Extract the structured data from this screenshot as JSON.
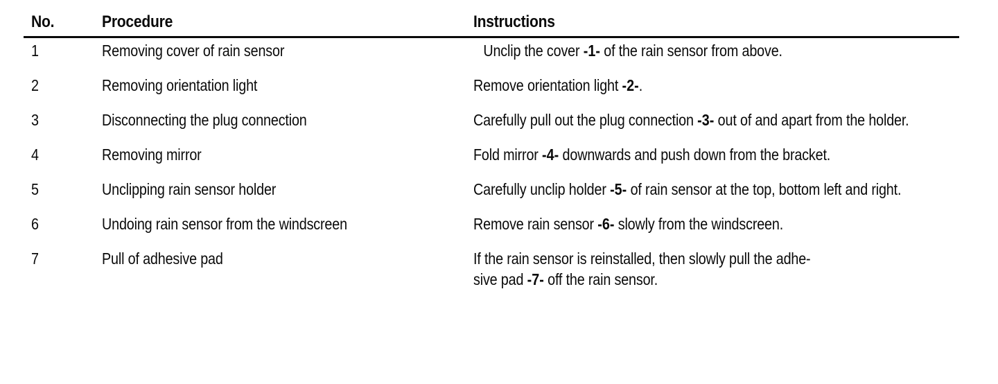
{
  "document": {
    "type": "procedure-table",
    "ink_color": "#0a0a0a",
    "page_color": "#ffffff"
  },
  "table": {
    "headers": {
      "no": "No.",
      "procedure": "Procedure",
      "instructions": "Instructions"
    },
    "rows": [
      {
        "no": "1",
        "procedure": "Removing cover of rain sensor",
        "instructions_pre": " Unclip the cover ",
        "instructions_marker": "-1-",
        "instructions_post": " of the rain sensor from above.",
        "indented": true
      },
      {
        "no": "2",
        "procedure": "Removing orientation light",
        "instructions_pre": "Remove orientation light ",
        "instructions_marker": "-2-",
        "instructions_post": ".",
        "indented": false
      },
      {
        "no": "3",
        "procedure": "Disconnecting the plug connection",
        "instructions_pre": "Carefully pull out the plug connection ",
        "instructions_marker": "-3-",
        "instructions_post": " out of and apart from the holder.",
        "indented": false
      },
      {
        "no": "4",
        "procedure": "Removing mirror",
        "instructions_pre": "Fold mirror ",
        "instructions_marker": "-4-",
        "instructions_post": " downwards and push down from the bracket.",
        "indented": false
      },
      {
        "no": "5",
        "procedure": "Unclipping rain sensor holder",
        "instructions_pre": "Carefully unclip holder ",
        "instructions_marker": "-5-",
        "instructions_post": " of rain sensor at the top, bottom left and right.",
        "indented": false
      },
      {
        "no": "6",
        "procedure": "Undoing rain sensor from the windscreen",
        "instructions_pre": "Remove rain sensor ",
        "instructions_marker": "-6-",
        "instructions_post": " slowly from the windscreen.",
        "indented": false
      },
      {
        "no": "7",
        "procedure": "Pull of adhesive pad",
        "instructions_pre": "If the rain sensor is reinstalled, then slowly pull the adhe-\nsive pad ",
        "instructions_marker": "-7-",
        "instructions_post": " off the rain sensor.",
        "indented": false
      }
    ]
  }
}
